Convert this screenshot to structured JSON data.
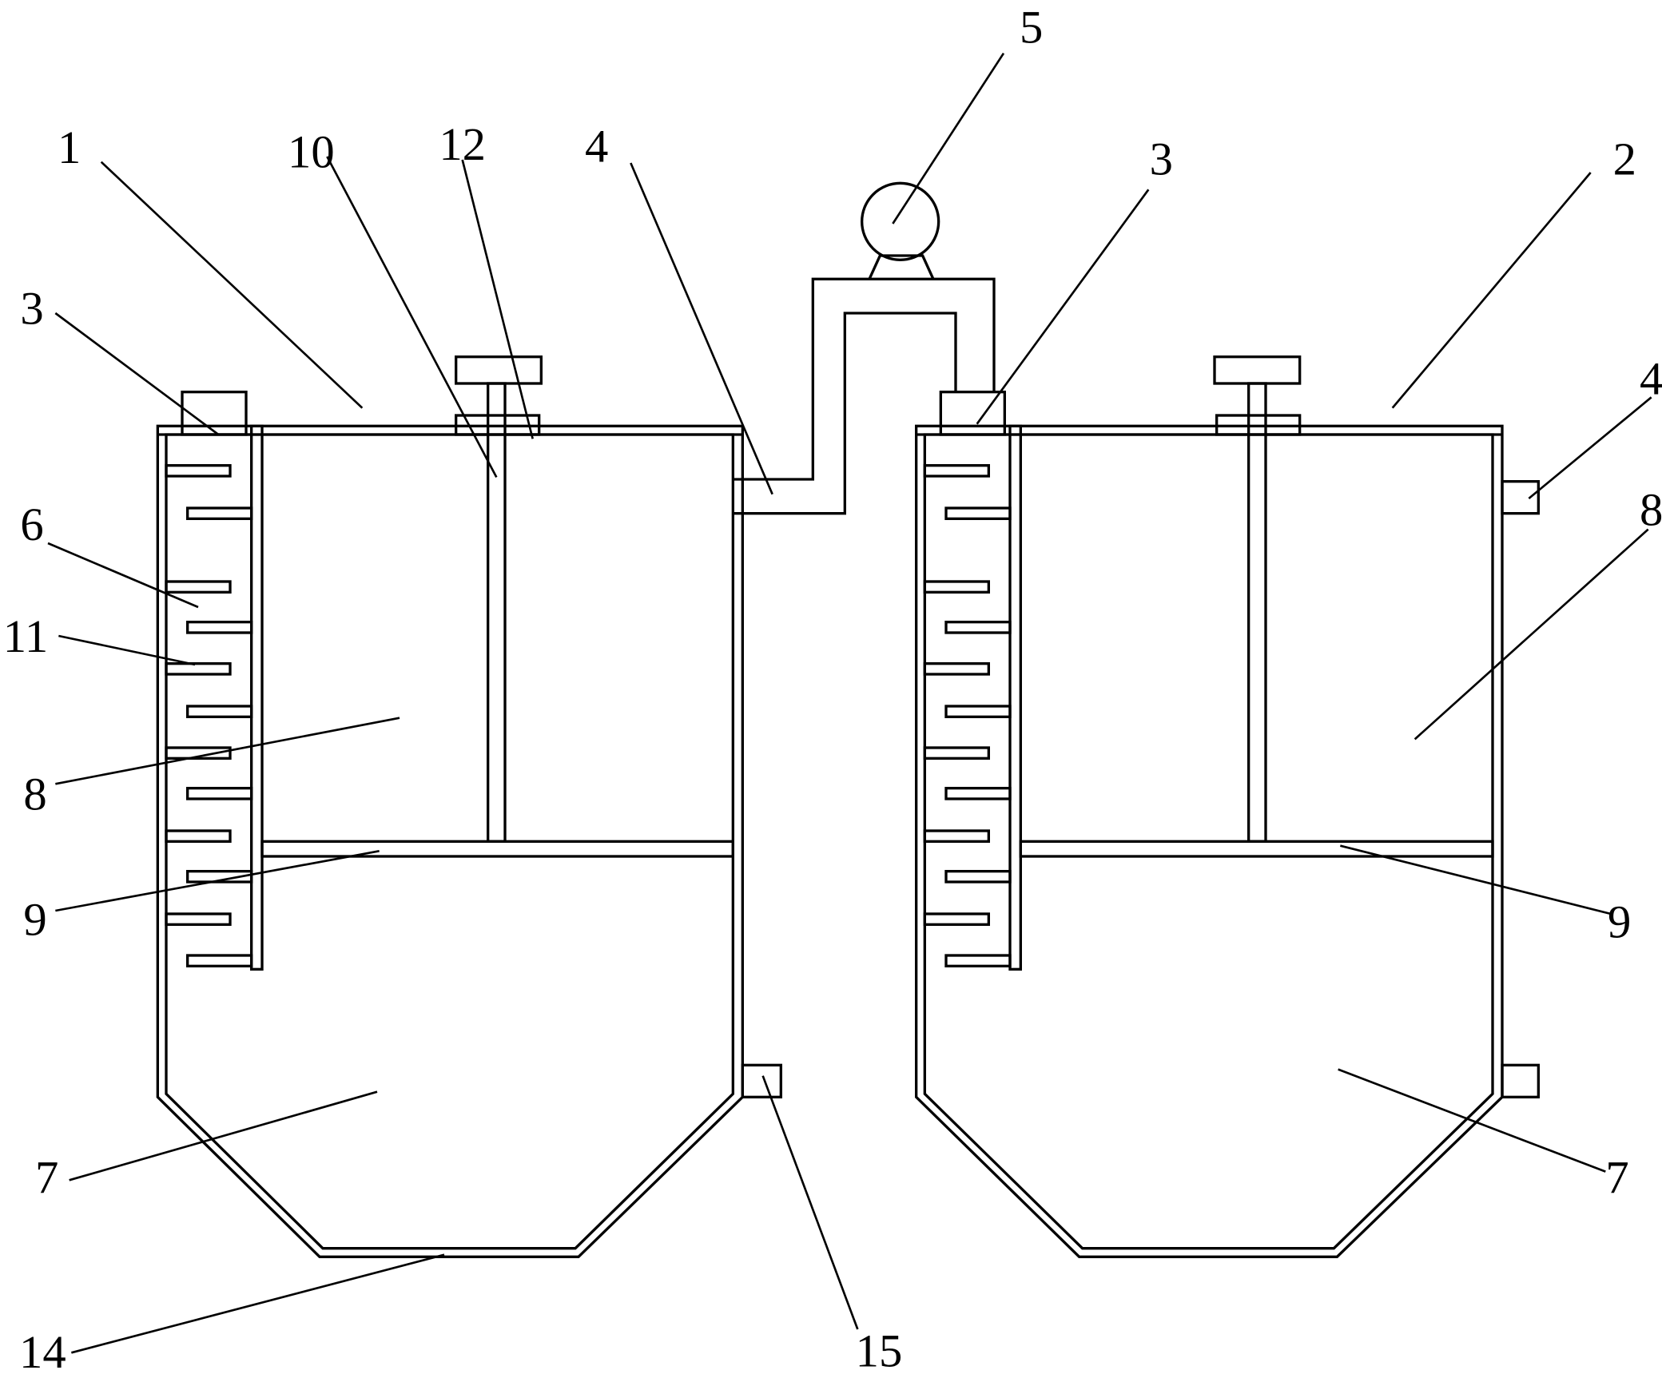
{
  "figure": {
    "stroke_color": "#000000",
    "background_color": "#ffffff"
  },
  "labels": {
    "tank_left": "1",
    "tank_right": "2",
    "inlet_left": "3",
    "inlet_right": "3",
    "pipe_center": "4",
    "pipe_right": "4",
    "pump": "5",
    "baffle_wall": "6",
    "lower_chamber_left": "7",
    "lower_chamber_right": "7",
    "upper_chamber_left": "8",
    "upper_chamber_right": "8",
    "plate_left": "9",
    "plate_right": "9",
    "rod": "10",
    "baffle_fin": "11",
    "rod_guide": "12",
    "bottom_shell": "14",
    "outlet": "15"
  }
}
